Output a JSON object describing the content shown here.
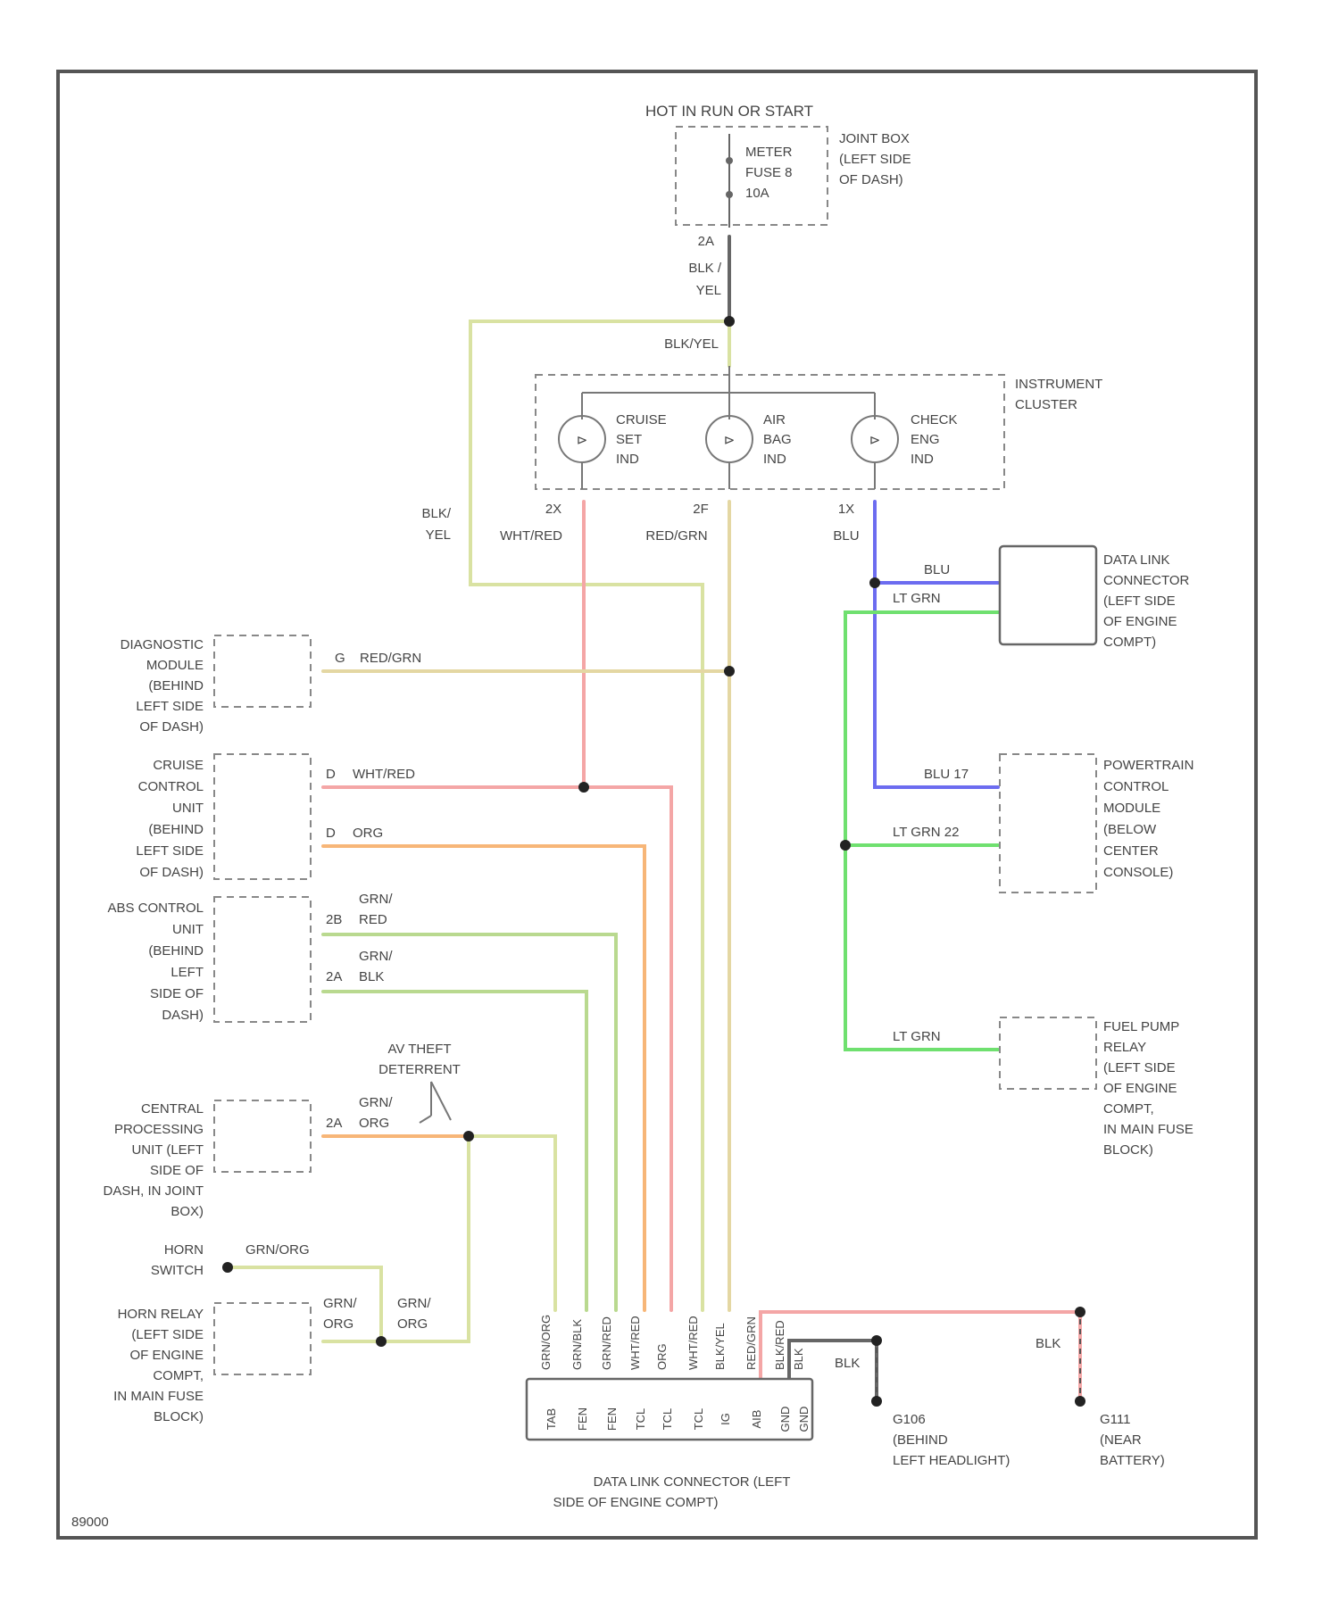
{
  "diagram": {
    "fuse_header": "HOT IN RUN OR START",
    "fuse": {
      "name_lines": [
        "METER",
        "FUSE 8",
        "10A"
      ],
      "location_lines": [
        "JOINT BOX",
        "(LEFT SIDE",
        "OF DASH)"
      ],
      "pin": "2A"
    },
    "wire_labels": {
      "fuse_wire": [
        "BLK /",
        "YEL"
      ],
      "cluster_feed": "BLK/YEL",
      "left_feed": [
        "BLK/",
        "YEL"
      ],
      "cruise_ind": {
        "pin": "2X",
        "color": "WHT/RED"
      },
      "airbag_ind": {
        "pin": "2F",
        "color": "RED/GRN"
      },
      "check_ind": {
        "pin": "1X",
        "color": "BLU"
      },
      "dlc_blu": "BLU",
      "dlc_ltgrn": "LT GRN",
      "diag_wire": {
        "pin": "G",
        "color": "RED/GRN"
      },
      "cruise_wht": {
        "pin": "D",
        "color": "WHT/RED"
      },
      "cruise_org": {
        "pin": "D",
        "color": "ORG"
      },
      "abs_red": {
        "pin": "2B",
        "color": [
          "GRN/",
          "RED"
        ]
      },
      "abs_blk": {
        "pin": "2A",
        "color": [
          "GRN/",
          "BLK"
        ]
      },
      "cpu_wire": {
        "pin": "2A",
        "color": [
          "GRN/",
          "ORG"
        ]
      },
      "horn_switch": "GRN/ORG",
      "horn_relay_a": [
        "GRN/",
        "ORG"
      ],
      "horn_relay_b": [
        "GRN/",
        "ORG"
      ],
      "pcm_blu": "BLU 17",
      "pcm_ltgrn": "LT GRN 22",
      "fuel_ltgrn": "LT GRN",
      "ground_g106": "BLK",
      "ground_g111": "BLK"
    },
    "cluster": {
      "label": [
        "INSTRUMENT",
        "CLUSTER"
      ],
      "indicators": [
        {
          "name": [
            "CRUISE",
            "SET",
            "IND"
          ]
        },
        {
          "name": [
            "AIR",
            "BAG",
            "IND"
          ]
        },
        {
          "name": [
            "CHECK",
            "ENG",
            "IND"
          ]
        }
      ]
    },
    "components": {
      "data_link_connector": [
        "DATA LINK",
        "CONNECTOR",
        "(LEFT SIDE",
        "OF ENGINE",
        "COMPT)"
      ],
      "diagnostic_module": [
        "DIAGNOSTIC",
        "MODULE",
        "(BEHIND",
        "LEFT SIDE",
        "OF DASH)"
      ],
      "cruise_control_unit": [
        "CRUISE",
        "CONTROL",
        "UNIT",
        "(BEHIND",
        "LEFT SIDE",
        "OF DASH)"
      ],
      "abs_control_unit": [
        "ABS CONTROL",
        "UNIT",
        "(BEHIND",
        "LEFT",
        "SIDE OF",
        "DASH)"
      ],
      "powertrain_control_module": [
        "POWERTRAIN",
        "CONTROL",
        "MODULE",
        "(BELOW",
        "CENTER",
        "CONSOLE)"
      ],
      "fuel_pump_relay": [
        "FUEL PUMP",
        "RELAY",
        "(LEFT SIDE",
        "OF ENGINE",
        "COMPT,",
        "IN MAIN FUSE",
        "BLOCK)"
      ],
      "anti_theft": [
        "AV THEFT",
        "DETERRENT"
      ],
      "central_processing_unit": [
        "CENTRAL",
        "PROCESSING",
        "UNIT (LEFT",
        "SIDE OF",
        "DASH, IN JOINT",
        "BOX)"
      ],
      "horn_switch": [
        "HORN",
        "SWITCH"
      ],
      "horn_relay": [
        "HORN RELAY",
        "(LEFT SIDE",
        "OF ENGINE",
        "COMPT,",
        "IN MAIN FUSE",
        "BLOCK)"
      ],
      "bottom_connector": [
        "DATA LINK CONNECTOR (LEFT",
        "SIDE OF ENGINE COMPT)"
      ],
      "ground_g106": [
        "G106",
        "(BEHIND",
        "LEFT HEADLIGHT)"
      ],
      "ground_g111": [
        "G111",
        "(NEAR",
        "BATTERY)"
      ]
    },
    "bottom_pin_wires": [
      "GRN/ORG",
      "GRN/BLK",
      "GRN/RED",
      "WHT/RED",
      "ORG",
      "WHT/RED",
      "BLK/YEL",
      "RED/GRN",
      "BLK/RED",
      "BLK"
    ],
    "bottom_pins": [
      "TAB",
      "FEN",
      "FEN",
      "TCL",
      "TCL",
      "TCL",
      "IG",
      "AIB",
      "GND",
      "GND"
    ],
    "figure_id": "89000",
    "colors": {
      "yellow": "#d9e2a2",
      "pink": "#f4a6a6",
      "orange": "#f7b678",
      "green": "#b9d98f",
      "bright_green": "#6fe06f",
      "blue": "#6c6cf0",
      "tan": "#e4d7a3",
      "gray": "#666666"
    }
  }
}
